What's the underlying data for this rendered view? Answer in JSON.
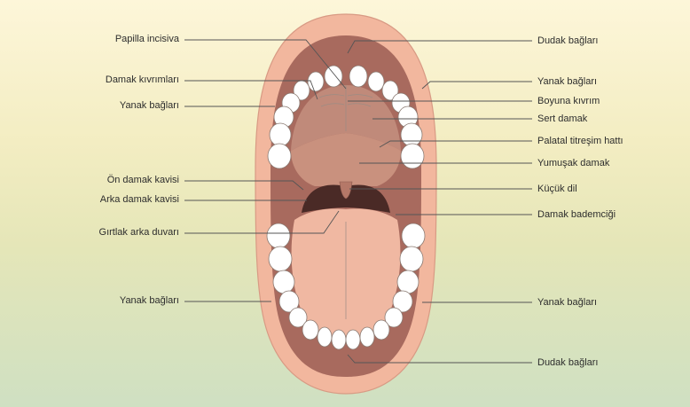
{
  "diagram": {
    "labels_left": [
      {
        "id": "papilla",
        "text": "Papilla incisiva"
      },
      {
        "id": "rugae",
        "text": "Damak kıvrımları"
      },
      {
        "id": "frenum-upper-left",
        "text": "Yanak bağları"
      },
      {
        "id": "anterior-arch",
        "text": "Ön damak kavisi"
      },
      {
        "id": "posterior-arch",
        "text": "Arka damak kavisi"
      },
      {
        "id": "pharynx-wall",
        "text": "Gırtlak arka duvarı"
      },
      {
        "id": "frenum-lower-left",
        "text": "Yanak bağları"
      }
    ],
    "labels_right": [
      {
        "id": "lip-frenum-top",
        "text": "Dudak bağları"
      },
      {
        "id": "frenum-upper-right",
        "text": "Yanak bağları"
      },
      {
        "id": "raphe",
        "text": "Boyuna kıvrım"
      },
      {
        "id": "hard-palate",
        "text": "Sert damak"
      },
      {
        "id": "vibrating-line",
        "text": "Palatal titreşim hattı"
      },
      {
        "id": "soft-palate",
        "text": "Yumuşak damak"
      },
      {
        "id": "uvula",
        "text": "Küçük dil"
      },
      {
        "id": "tonsil",
        "text": "Damak bademciği"
      },
      {
        "id": "frenum-lower-right",
        "text": "Yanak bağları"
      },
      {
        "id": "lip-frenum-bottom",
        "text": "Dudak bağları"
      }
    ],
    "colors": {
      "lip": "#f2b79e",
      "mucosa": "#a86a5e",
      "hard_palate": "#c08a7a",
      "soft_palate": "#c9917e",
      "throat": "#4a2a26",
      "tongue": "#f0b8a2",
      "tooth": "#ffffff",
      "line": "#555555",
      "text": "#2d2d2d"
    }
  }
}
